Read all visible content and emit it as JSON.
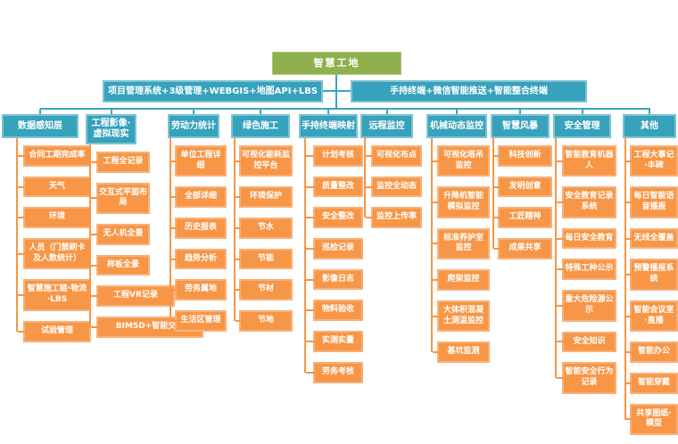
{
  "title": "智慧工地",
  "colors": {
    "root_green": "#8FB14D",
    "teal": "#37A2BC",
    "teal_border": "#7EC3D3",
    "orange": "#F79646",
    "orange_border": "#F9B078",
    "background": "#FFFFFF",
    "text": "#FFFFFF"
  },
  "level2": {
    "left": "项目管理系统+3级管理+WEBGIS+地图API+LBS",
    "right": "手持终端+微信智能推送+智能整合终端"
  },
  "branches": [
    {
      "label": "数据感知层",
      "items": [
        "合同工期完成率",
        "天气",
        "环境",
        "人员（门禁刷卡及人数统计）",
        "智慧施工链·物流·LBS",
        "试验管理"
      ]
    },
    {
      "label": "工程影像·虚拟现实",
      "items": [
        "工程全记录",
        "交互式平面布局",
        "无人机全景",
        "样板全景",
        "工程VR记录",
        "BIM5D+智能交互"
      ]
    },
    {
      "label": "劳动力统计",
      "items": [
        "单位工程详细",
        "全部详细",
        "历史报表",
        "趋势分析",
        "劳务属地",
        "生活区管理"
      ]
    },
    {
      "label": "绿色施工",
      "items": [
        "可视化能耗监控平台",
        "环境保护",
        "节水",
        "节能",
        "节材",
        "节地"
      ]
    },
    {
      "label": "手持终端映射",
      "items": [
        "计划考核",
        "质量整改",
        "安全整改",
        "巡检记录",
        "影像日志",
        "物料验收",
        "实测实量",
        "劳务考核"
      ]
    },
    {
      "label": "远程监控",
      "items": [
        "可视化布点",
        "监控全动态",
        "监控上传率"
      ]
    },
    {
      "label": "机械动态监控",
      "items": [
        "可视化塔吊监控",
        "升降机智能模拟监控",
        "标准养护室监控",
        "爬架监控",
        "大体积混凝土测温监控",
        "基坑监测"
      ]
    },
    {
      "label": "智慧风暴",
      "items": [
        "科技创新",
        "发明创意",
        "工匠精神",
        "成果共享"
      ]
    },
    {
      "label": "安全管理",
      "items": [
        "智能教育机器人",
        "安全教育记录系统",
        "每日安全教育",
        "特殊工种公示",
        "重大危险源公示",
        "安全知识",
        "智能安全行为记录"
      ]
    },
    {
      "label": "其他",
      "items": [
        "工程大事记·丰碑",
        "每日智能语音播报",
        "无线全覆盖",
        "预警播报系统",
        "智能会议室·直播",
        "智能办公",
        "智能穿戴",
        "共享图纸·模型"
      ]
    }
  ]
}
